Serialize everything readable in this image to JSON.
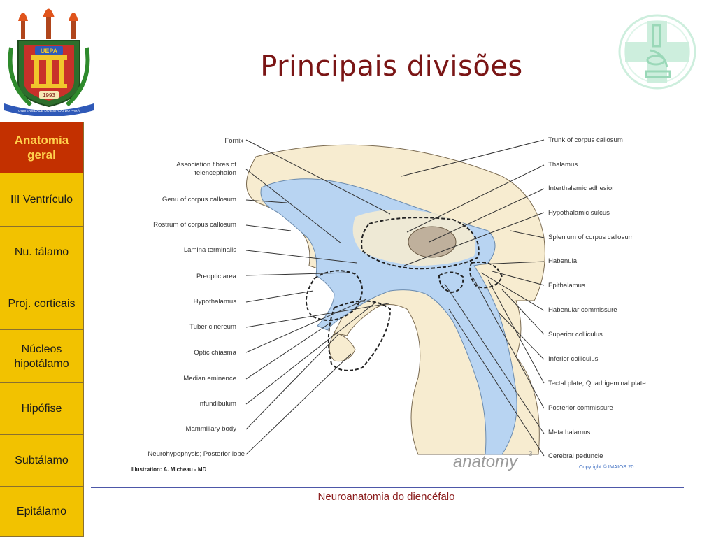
{
  "slide": {
    "title": "Principais divisões",
    "footer": "Neuroanatomia do diencéfalo"
  },
  "logo_left": {
    "name": "UEPA",
    "year": "1993",
    "ribbon": "UNIVERSIDADE DO ESTADO DO PARÁ"
  },
  "sidebar": {
    "items": [
      {
        "label": "Anatomia geral",
        "active": true
      },
      {
        "label": "III Ventrículo",
        "active": false
      },
      {
        "label": "Nu. tálamo",
        "active": false
      },
      {
        "label": "Proj. corticais",
        "active": false
      },
      {
        "label": "Núcleos hipotálamo",
        "active": false
      },
      {
        "label": "Hipófise",
        "active": false
      },
      {
        "label": "Subtálamo",
        "active": false
      },
      {
        "label": "Epitálamo",
        "active": false
      }
    ]
  },
  "diagram": {
    "left_labels": [
      "Fornix",
      "Association fibres of",
      "telencephalon",
      "Genu of corpus callosum",
      "Rostrum of corpus callosum",
      "Lamina terminalis",
      "Preoptic area",
      "Hypothalamus",
      "Tuber cinereum",
      "Optic chiasma",
      "Median eminence",
      "Infundibulum",
      "Mammillary body",
      "Neurohypophysis; Posterior lobe"
    ],
    "right_labels": [
      "Trunk of corpus callosum",
      "Thalamus",
      "Interthalamic adhesion",
      "Hypothalamic sulcus",
      "Splenium of corpus callosum",
      "Habenula",
      "Epithalamus",
      "Habenular commissure",
      "Superior colliculus",
      "Inferior colliculus",
      "Tectal plate; Quadrigeminal plate",
      "Posterior commissure",
      "Metathalamus",
      "Cerebral peduncle"
    ],
    "illustration": "Illustration: A. Micheau - MD",
    "watermark": "anatomy",
    "watermark_superscript": "3",
    "copyright": "Copyright © IMAIOS 20",
    "colors": {
      "tissue": "#f7ecd0",
      "ventricle": "#b8d4f2",
      "adhesion": "#bfb09c",
      "title": "#7a1515",
      "sidebar": "#f2c200",
      "active": "#c33000"
    }
  }
}
